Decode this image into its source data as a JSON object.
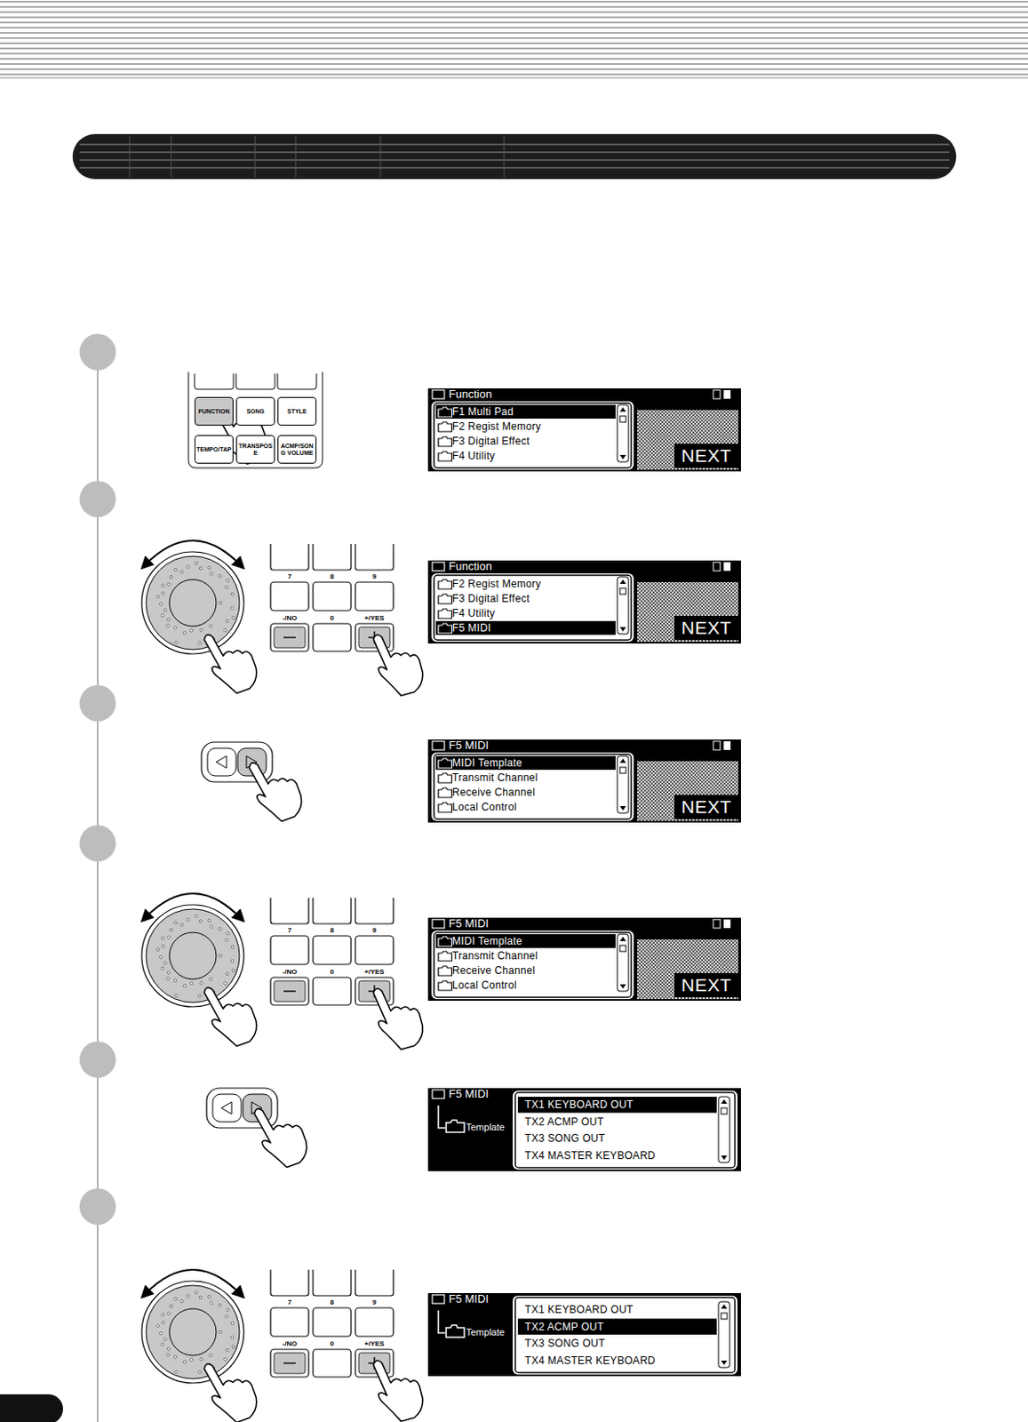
{
  "diagram": {
    "nodes": [
      {
        "text": [
          "FUNCTION"
        ]
      },
      {
        "text": [
          "SONG"
        ]
      },
      {
        "text": [
          "STYLE"
        ]
      },
      {
        "text": [
          "TEMPO/TAP"
        ]
      },
      {
        "text": [
          "TRANSPOSE"
        ]
      },
      {
        "text": [
          "ACMP/SONG VOLUME"
        ]
      },
      {
        "text": [
          "Function",
          "F1 Multi Pad",
          "F2 Regist Memory",
          "F3 Digital Effect",
          "F4 Utility",
          "NEXT"
        ]
      },
      {
        "text": [
          "Function",
          "F2 Regist Memory",
          "F3 Digital Effect",
          "F4 Utility",
          "F5 MIDI",
          "NEXT"
        ]
      },
      {
        "text": [
          "F5 MIDI",
          "MIDI Template",
          "Transmit Channel",
          "Receive Channel",
          "Local Control",
          "NEXT"
        ]
      },
      {
        "text": [
          "F5 MIDI",
          "MIDI Template",
          "Transmit Channel",
          "Receive Channel",
          "Local Control",
          "NEXT"
        ]
      },
      {
        "text": [
          "F5 MIDI",
          "Template",
          "TX1 KEYBOARD OUT",
          "TX2 ACMP OUT",
          "TX3 SONG OUT",
          "TX4 MASTER KEYBOARD"
        ]
      },
      {
        "text": [
          "F5 MIDI",
          "Template",
          "TX1 KEYBOARD OUT",
          "TX2 ACMP OUT",
          "TX3 SONG OUT",
          "TX4 MASTER KEYBOARD"
        ]
      }
    ],
    "labels": [
      "7",
      "8",
      "9",
      "-/NO",
      "0",
      "+/YES",
      "7",
      "8",
      "9",
      "-/NO",
      "0",
      "+/YES",
      "7",
      "8",
      "9",
      "-/NO",
      "0",
      "+/YES"
    ]
  }
}
